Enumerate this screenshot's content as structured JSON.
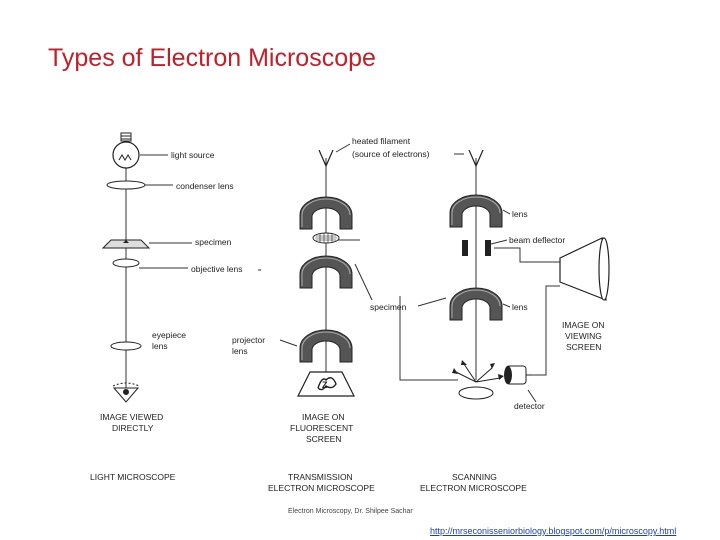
{
  "title": "Types of Electron Microscope",
  "colors": {
    "title": "#c0202a",
    "link": "#1a3fb8",
    "lens_fill": "#555555",
    "line": "#333333"
  },
  "light": {
    "light_source": "light source",
    "condenser": "condenser lens",
    "specimen": "specimen",
    "objective": "objective lens",
    "eyepiece_1": "eyepiece",
    "eyepiece_2": "lens",
    "image_1": "IMAGE VIEWED",
    "image_2": "DIRECTLY",
    "caption": "LIGHT MICROSCOPE"
  },
  "transmission": {
    "projector_1": "projector",
    "projector_2": "lens",
    "image_1": "IMAGE ON",
    "image_2": "FLUORESCENT",
    "image_3": "SCREEN",
    "caption_1": "TRANSMISSION",
    "caption_2": "ELECTRON MICROSCOPE"
  },
  "shared": {
    "filament_1": "heated filament",
    "filament_2": "(source of electrons)",
    "specimen": "specimen"
  },
  "scanning": {
    "lens_top": "lens",
    "deflector": "beam deflector",
    "lens_bottom": "lens",
    "viewing_1": "IMAGE ON",
    "viewing_2": "VIEWING",
    "viewing_3": "SCREEN",
    "detector": "detector",
    "caption_1": "SCANNING",
    "caption_2": "ELECTRON MICROSCOPE"
  },
  "footer": "Electron Microscopy, Dr. Shilpee Sachar",
  "link": "http://mrseconisseniorbiology.blogspot.com/p/microscopy.html"
}
